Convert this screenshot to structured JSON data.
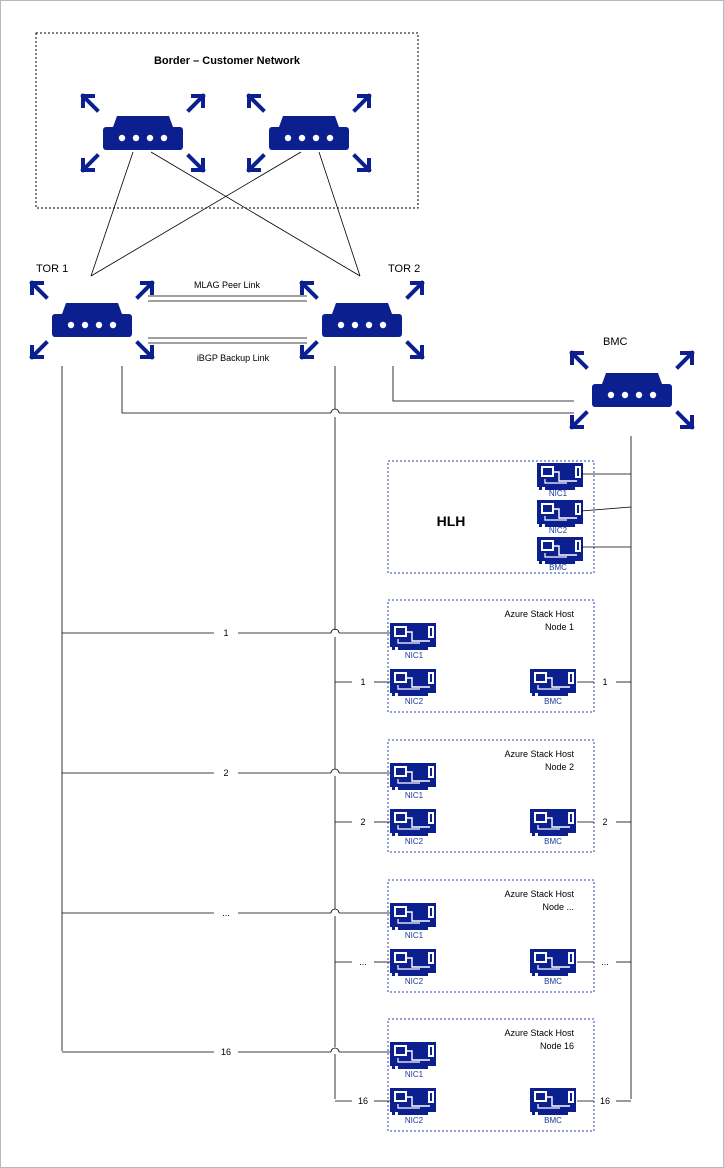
{
  "border": {
    "title": "Border – Customer Network"
  },
  "tor1": {
    "label": "TOR 1"
  },
  "tor2": {
    "label": "TOR 2"
  },
  "bmc_switch": {
    "label": "BMC"
  },
  "links": {
    "mlag": "MLAG Peer Link",
    "ibgp": "iBGP Backup Link"
  },
  "hlh": {
    "title": "HLH",
    "nics": [
      "NIC1",
      "NIC2",
      "BMC"
    ]
  },
  "nodes": [
    {
      "title": "Azure Stack Host",
      "subtitle": "Node 1",
      "nic1": "NIC1",
      "nic2": "NIC2",
      "bmc": "BMC",
      "label_tor1": "1",
      "label_tor2": "1",
      "label_bmc": "1"
    },
    {
      "title": "Azure Stack Host",
      "subtitle": "Node 2",
      "nic1": "NIC1",
      "nic2": "NIC2",
      "bmc": "BMC",
      "label_tor1": "2",
      "label_tor2": "2",
      "label_bmc": "2"
    },
    {
      "title": "Azure Stack Host",
      "subtitle": "Node ...",
      "nic1": "NIC1",
      "nic2": "NIC2",
      "bmc": "BMC",
      "label_tor1": "...",
      "label_tor2": "...",
      "label_bmc": "..."
    },
    {
      "title": "Azure Stack Host",
      "subtitle": "Node 16",
      "nic1": "NIC1",
      "nic2": "NIC2",
      "bmc": "BMC",
      "label_tor1": "16",
      "label_tor2": "16",
      "label_bmc": "16"
    }
  ],
  "colors": {
    "device": "#0c1f8f",
    "box_border": "#2b45b8",
    "line": "#000000"
  },
  "icons": {
    "switch": "network-switch-icon",
    "nic": "network-card-icon"
  }
}
